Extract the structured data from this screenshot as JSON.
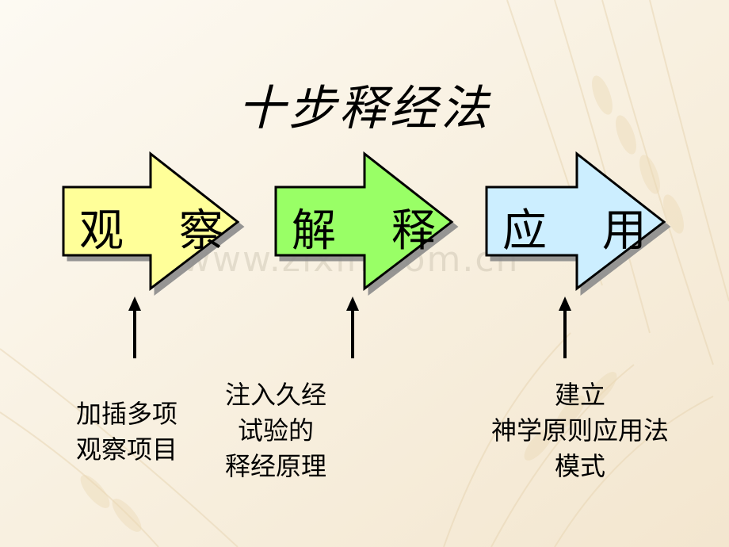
{
  "title": "十步释经法",
  "steps": [
    {
      "label": "观 察",
      "color": "#ffff99"
    },
    {
      "label": "解 释",
      "color": "#99ff66"
    },
    {
      "label": "应 用",
      "color": "#cceeff"
    }
  ],
  "notes": {
    "observe": [
      "加插多项",
      "观察项目"
    ],
    "interpret": [
      "注入久经",
      "试验的",
      "释经原理"
    ],
    "apply": [
      "建立",
      "神学原则应用法",
      "模式"
    ]
  },
  "watermark": "www.zixin.com.cn"
}
